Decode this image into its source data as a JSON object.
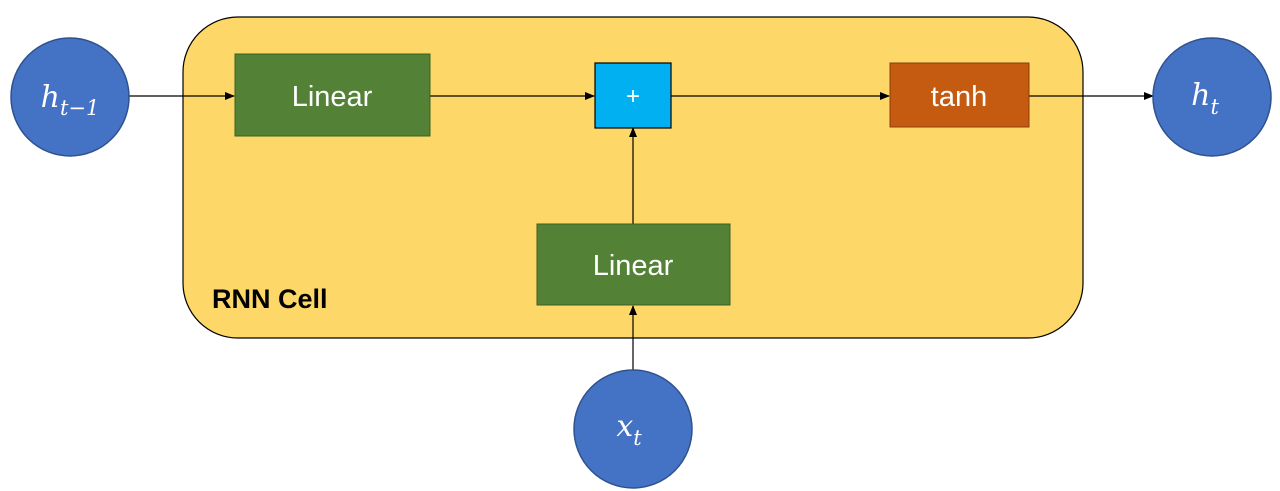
{
  "colors": {
    "cell_fill": "#FDD868",
    "cell_stroke": "#000000",
    "linear_fill": "#538135",
    "plus_fill": "#00B0F0",
    "tanh_fill": "#C55A11",
    "node_fill": "#4472C4",
    "node_stroke": "#2F528F"
  },
  "cell": {
    "label": "RNN Cell"
  },
  "nodes": {
    "h_prev": {
      "base": "h",
      "sub": "t−1"
    },
    "h_next": {
      "base": "h",
      "sub": "t"
    },
    "x_t": {
      "base": "x",
      "sub": "t"
    }
  },
  "boxes": {
    "linear_top": "Linear",
    "linear_bottom": "Linear",
    "plus": "+",
    "tanh": "tanh"
  }
}
